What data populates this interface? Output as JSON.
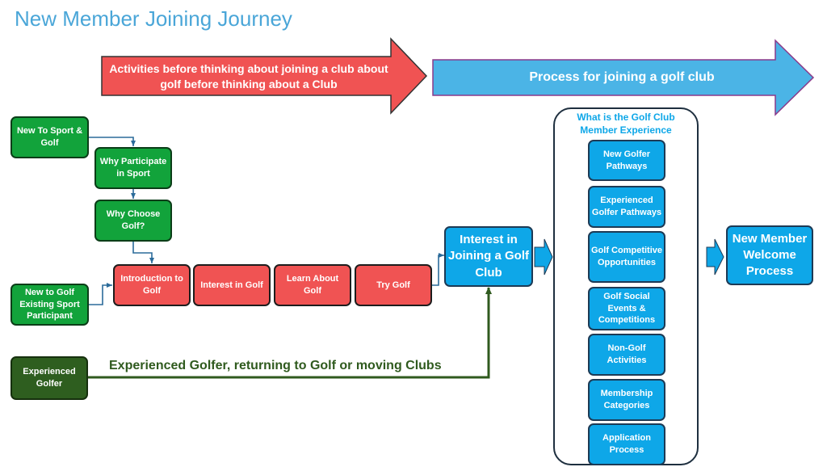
{
  "title": "New Member Joining Journey",
  "banners": {
    "left": "Activities before thinking about joining a club about golf before thinking about a Club",
    "right": "Process for joining a golf club"
  },
  "nodes": {
    "new_to_sport": "New To Sport & Golf",
    "why_participate": "Why Participate in Sport",
    "why_golf": "Why Choose Golf?",
    "new_to_golf_existing": "New to Golf Existing Sport Participant",
    "experienced_golfer": "Experienced Golfer",
    "intro_golf": "Introduction to Golf",
    "interest_golf": "Interest in Golf",
    "learn_golf": "Learn About Golf",
    "try_golf": "Try Golf",
    "interest_joining": "Interest in Joining a Golf Club",
    "welcome": "New Member Welcome Process"
  },
  "experience": {
    "title": "What is the Golf  Club Member Experience",
    "items": [
      "New Golfer Pathways",
      "Experienced Golfer Pathways",
      "Golf Competitive Opportunities",
      "Golf Social Events & Competitions",
      "Non-Golf Activities",
      "Membership Categories",
      "Application Process"
    ]
  },
  "route_label": "Experienced Golfer, returning to Golf or moving Clubs",
  "colors": {
    "title": "#4aa6d8",
    "red_arrow": "#f05353",
    "blue_arrow": "#4bb4e6",
    "green": "#12a33b",
    "dark_green": "#2e5e1f",
    "red_box": "#f05353",
    "blue_box": "#0ea7e8"
  }
}
